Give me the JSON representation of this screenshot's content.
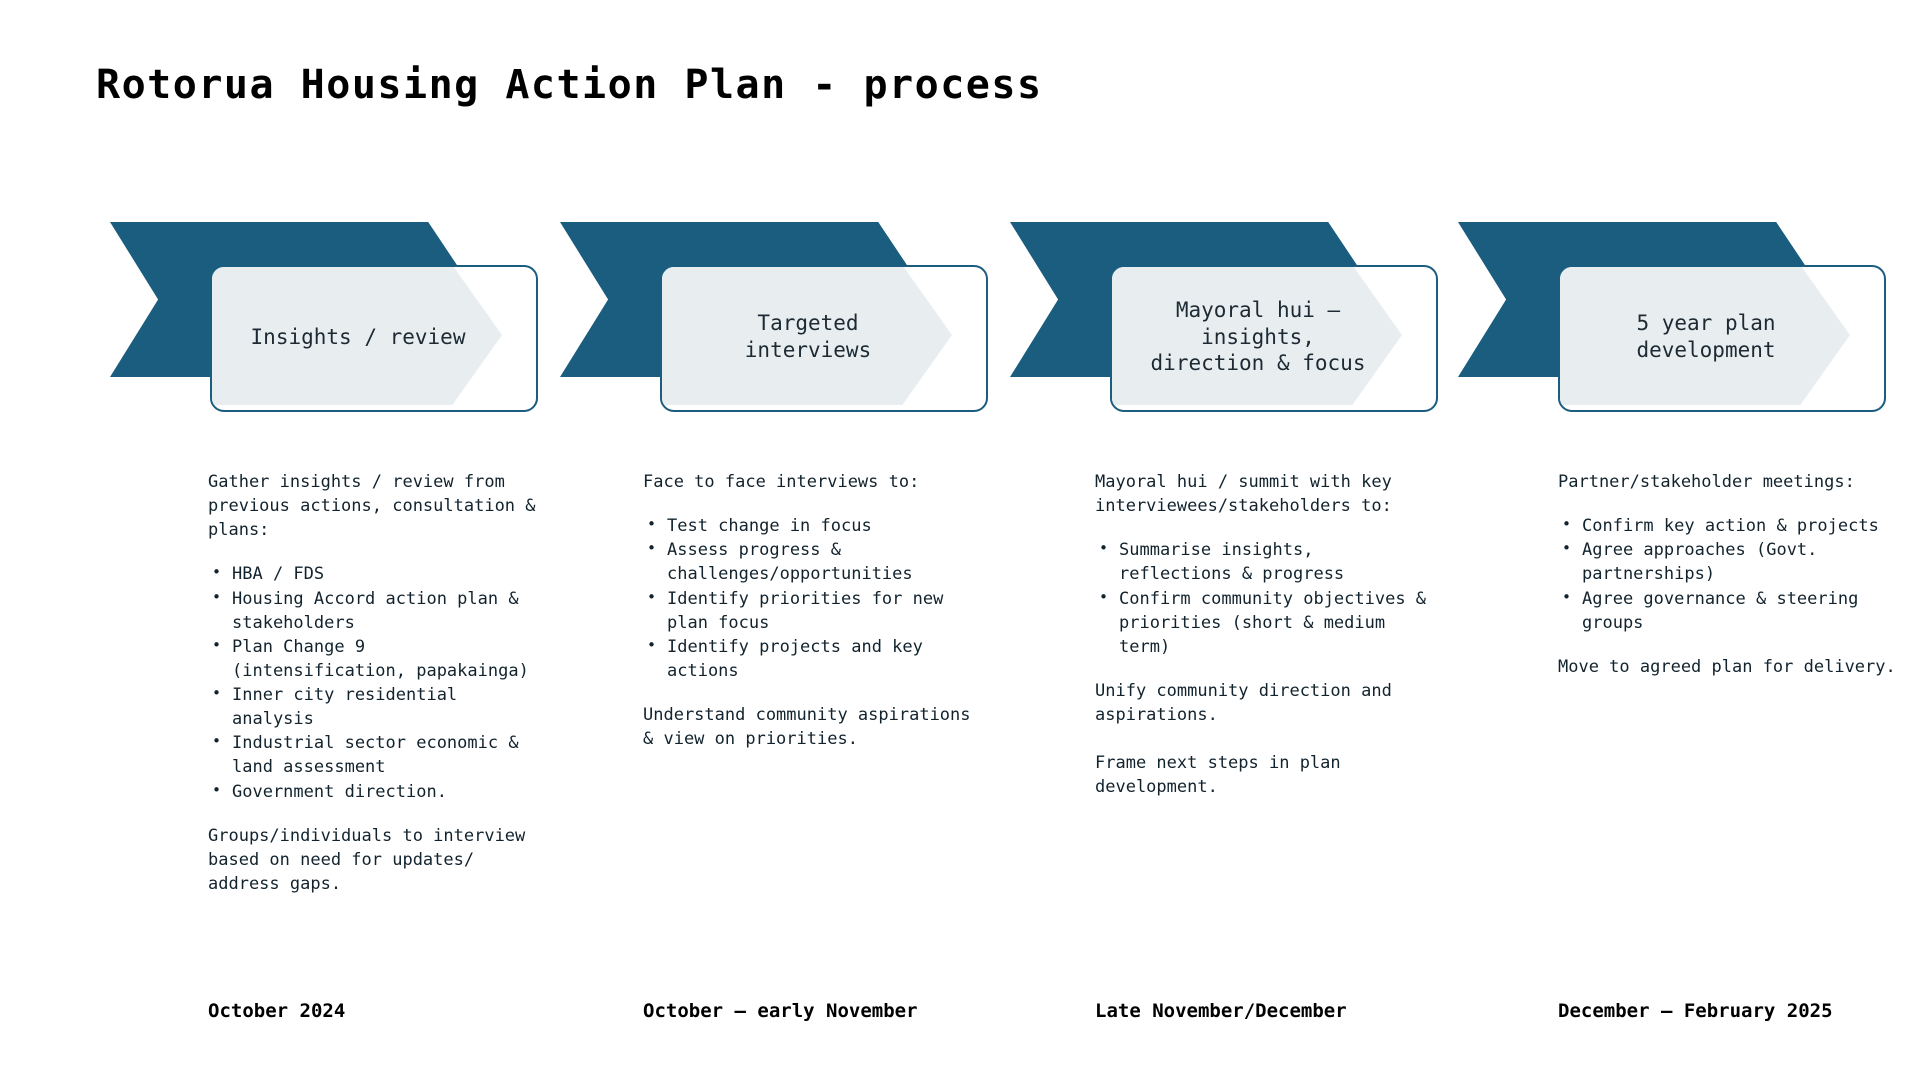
{
  "page": {
    "title": "Rotorua Housing Action Plan - process",
    "accent_dark": "#1B5D7F",
    "accent_light": "#E8EEF0",
    "text_color": "#12232E"
  },
  "steps": [
    {
      "label": "Insights / review"
    },
    {
      "label": "Targeted\ninterviews"
    },
    {
      "label": "Mayoral hui –\ninsights,\ndirection & focus"
    },
    {
      "label": "5 year plan\ndevelopment"
    }
  ],
  "columns": [
    {
      "intro": "Gather insights / review from previous actions, consultation & plans:",
      "bullets": [
        "HBA / FDS",
        "Housing Accord action plan & stakeholders",
        "Plan Change 9 (intensification, papakainga)",
        "Inner city residential analysis",
        "Industrial sector economic & land assessment",
        "Government direction."
      ],
      "outro": "Groups/individuals to interview based on need for updates/ address gaps.",
      "date": "October 2024"
    },
    {
      "intro": "Face to face interviews to:",
      "bullets": [
        "Test change in focus",
        "Assess progress & challenges/opportunities",
        "Identify priorities for new plan focus",
        "Identify projects and key actions"
      ],
      "outro": "Understand community aspirations & view on priorities.",
      "date": "October – early November"
    },
    {
      "intro": "Mayoral hui / summit with key interviewees/stakeholders to:",
      "bullets": [
        "Summarise insights, reflections & progress",
        "Confirm community objectives & priorities (short & medium term)"
      ],
      "outro": "Unify community direction and aspirations.\n\nFrame next steps in plan development.",
      "date": "Late November/December"
    },
    {
      "intro": "Partner/stakeholder meetings:",
      "bullets": [
        "Confirm key action & projects",
        "Agree approaches (Govt. partnerships)",
        "Agree governance & steering groups"
      ],
      "outro": "Move to agreed plan for delivery.",
      "date": "December – February 2025"
    }
  ]
}
